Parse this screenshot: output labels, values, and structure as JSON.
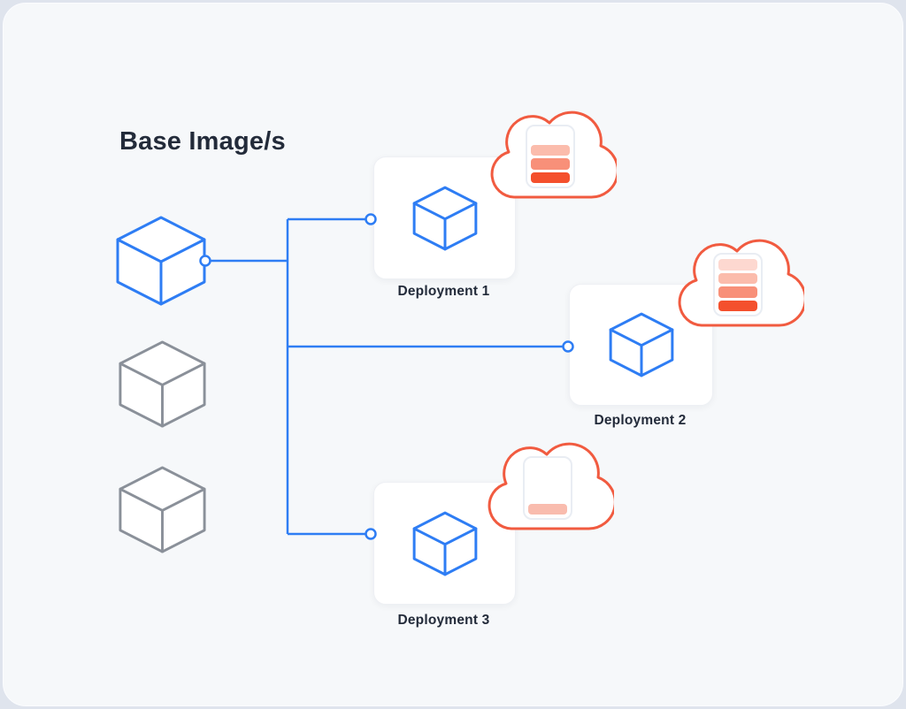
{
  "title": "Base Image/s",
  "colors": {
    "outer_bg": "#dfe4ed",
    "panel_bg": "#f6f8fa",
    "accent_blue": "#2e7df4",
    "inactive_gray": "#8a9099",
    "cloud_orange": "#f15b40",
    "text_dark": "#232b3a",
    "card_bg": "#ffffff",
    "stack_border": "#e9edf3"
  },
  "base_images": [
    {
      "name": "base-image-1",
      "icon": "cube-icon",
      "state": "active"
    },
    {
      "name": "base-image-2",
      "icon": "cube-icon",
      "state": "inactive"
    },
    {
      "name": "base-image-3",
      "icon": "cube-icon",
      "state": "inactive"
    }
  ],
  "deployments": [
    {
      "label": "Deployment 1",
      "icon": "cube-icon",
      "cloud": {
        "icon": "cloud-icon",
        "bars_filled": 3,
        "bars_total": 4
      },
      "stack_bars": [
        "#fbbcac",
        "#f89079",
        "#f4502d"
      ]
    },
    {
      "label": "Deployment 2",
      "icon": "cube-icon",
      "cloud": {
        "icon": "cloud-icon",
        "bars_filled": 4,
        "bars_total": 4
      },
      "stack_bars": [
        "#fdd8d0",
        "#fbbcac",
        "#f89079",
        "#f4502d"
      ]
    },
    {
      "label": "Deployment 3",
      "icon": "cube-icon",
      "cloud": {
        "icon": "cloud-icon",
        "bars_filled": 1,
        "bars_total": 4
      },
      "stack_bars": [
        "#f9bcae"
      ]
    }
  ]
}
